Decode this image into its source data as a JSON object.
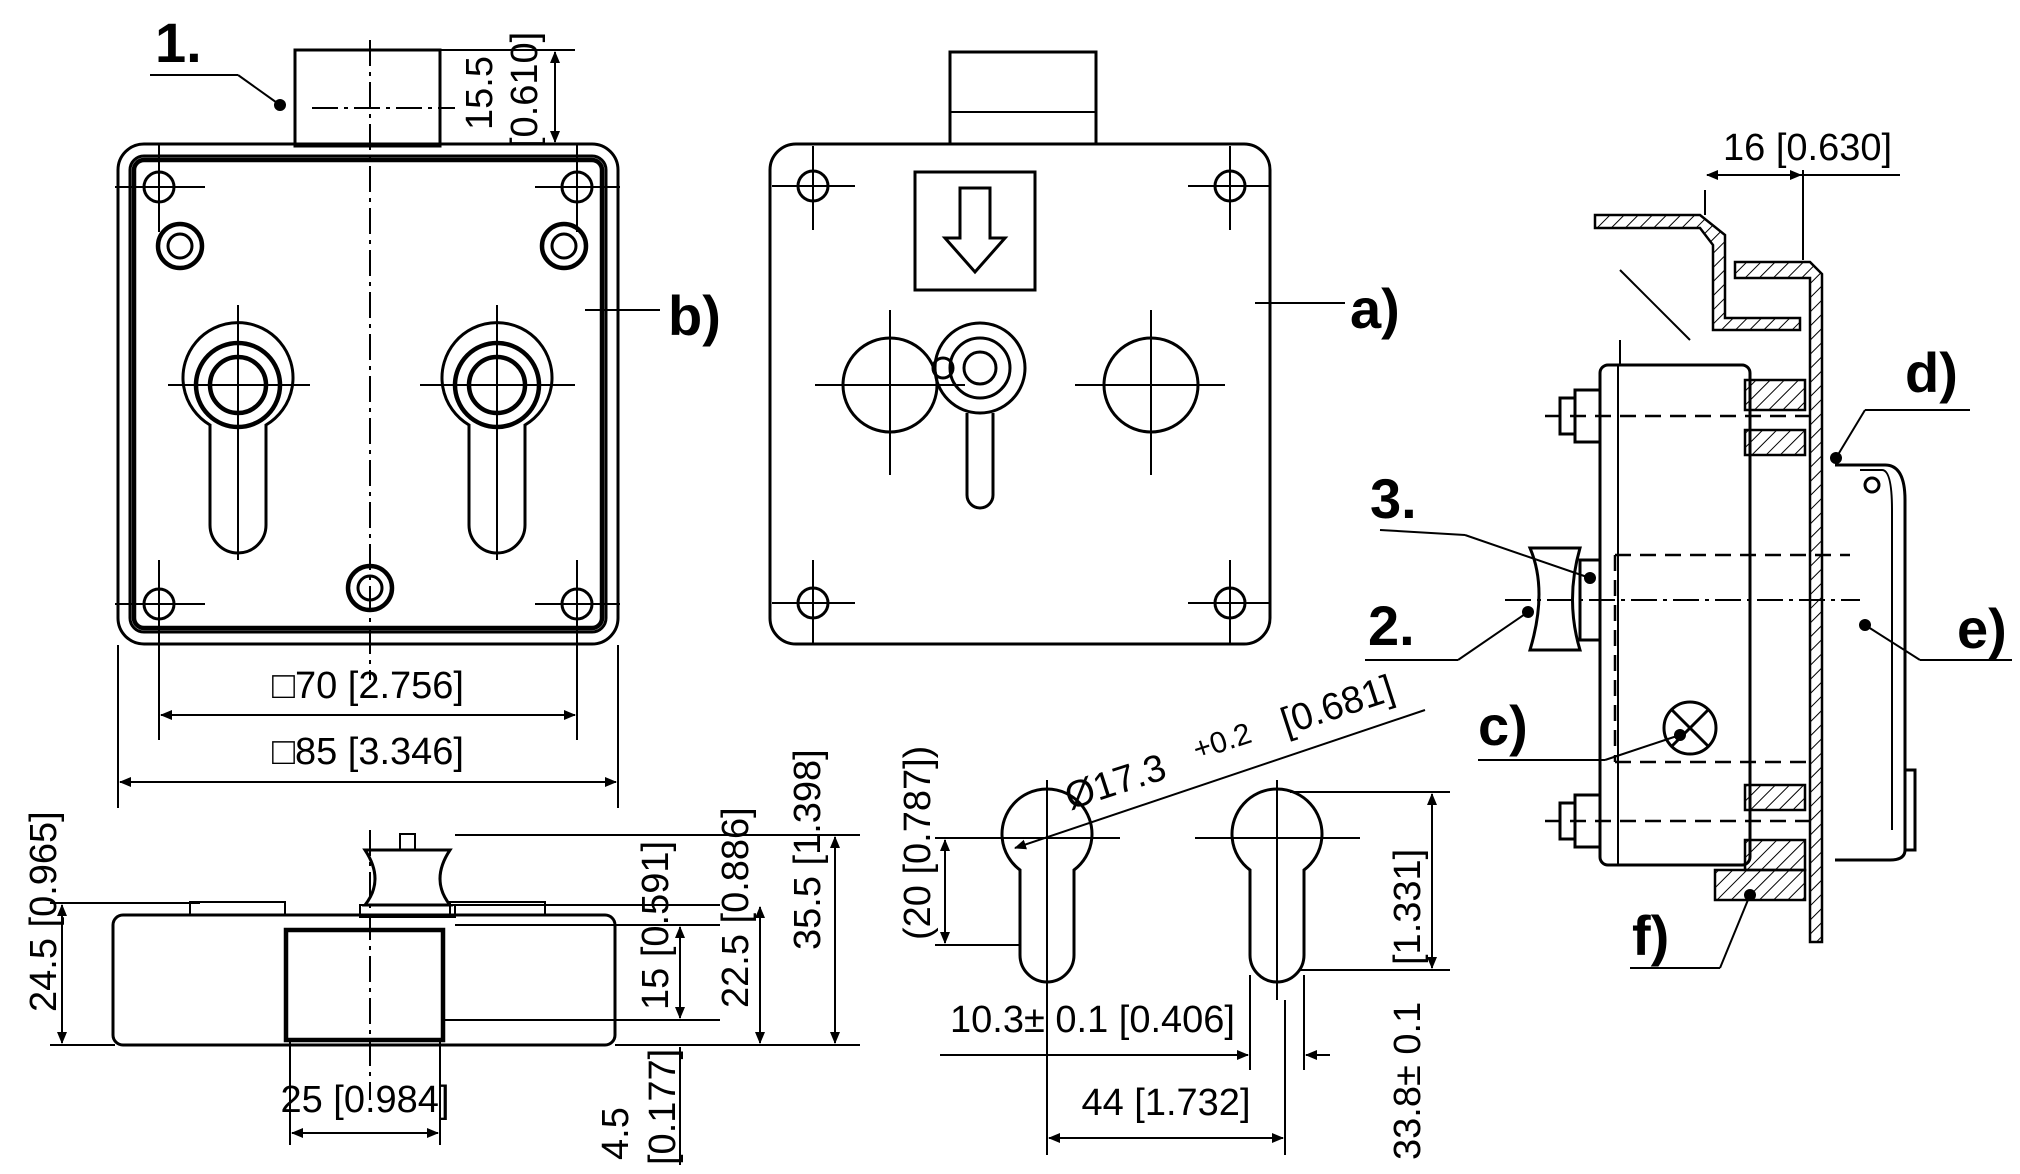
{
  "callouts": {
    "n1": "1.",
    "n2": "2.",
    "n3": "3.",
    "a": "a)",
    "b": "b)",
    "c": "c)",
    "d": "d)",
    "e": "e)",
    "f": "f)"
  },
  "dimensions": {
    "shaft_height": "15.5",
    "shaft_height_in": "[0.610]",
    "hole_spacing": "□70 [2.756]",
    "plate_size": "□85 [3.346]",
    "total_height": "24.5 [0.965]",
    "base_width": "25 [0.984]",
    "knob_height": "15 [0.591]",
    "base_thickness": "4.5",
    "base_thickness_in": "[0.177]",
    "mid_height": "22.5 [0.886]",
    "max_height": "35.5 [1.398]",
    "ref_height": "(20 [0.787])",
    "hole_diameter_main": "Ø17.3",
    "hole_diameter_tol": "+0.2",
    "hole_diameter_in": "[0.681]",
    "slot_width": "10.3± 0.1 [0.406]",
    "hole_spacing_small": "44 [1.732]",
    "slot_length_top": "[1.331]",
    "slot_length_bottom": "33.8± 0.1",
    "side_offset": "16 [0.630]"
  }
}
